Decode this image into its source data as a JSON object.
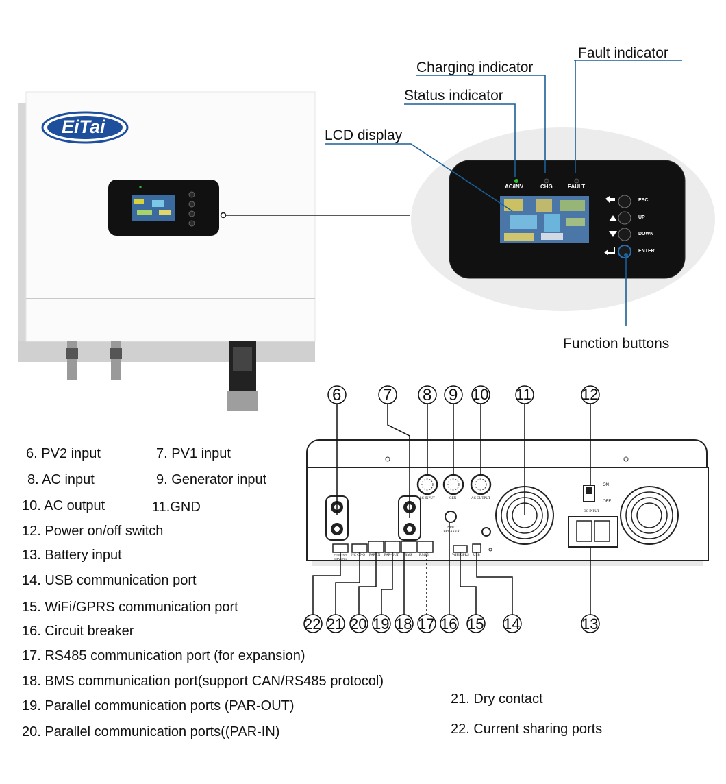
{
  "brand": {
    "logo_text": "EiTai"
  },
  "front_panel": {
    "indicators": {
      "status": "AC/INV",
      "charging": "CHG",
      "fault": "FAULT"
    },
    "buttons": {
      "esc": "ESC",
      "up": "UP",
      "down": "DOWN",
      "enter": "ENTER"
    }
  },
  "callouts": {
    "fault": "Fault indicator",
    "charging": "Charging indicator",
    "status": "Status indicator",
    "lcd": "LCD display",
    "function": "Function buttons"
  },
  "bottom_panel": {
    "switch_on": "ON",
    "switch_off": "OFF",
    "port_labels": {
      "ac_input": "AC INPUT",
      "gen": "GEN",
      "ac_output": "AC OUTPUT",
      "input_breaker": "INPUT BREAKER",
      "dc_input": "DC INPUT",
      "current_sharing": "CURRENT SHARING",
      "dry_contact": "NC C NO",
      "par_in": "PAR-IN",
      "par_out": "PAR-OUT",
      "bms": "BMS",
      "rs485": "RS485",
      "wifi": "WIFI/GPRS",
      "usb": "USB"
    },
    "numbers_top": [
      "6",
      "7",
      "8",
      "9",
      "10",
      "11",
      "12"
    ],
    "numbers_bottom": [
      "22",
      "21",
      "20",
      "19",
      "18",
      "17",
      "16",
      "15",
      "14",
      "13"
    ]
  },
  "legend": {
    "l6": "6. PV2 input",
    "l7": "7. PV1 input",
    "l8": "8. AC input",
    "l9": "9. Generator input",
    "l10": "10. AC output",
    "l11": "11.GND",
    "l12": "12. Power on/off switch",
    "l13": "13. Battery input",
    "l14": "14. USB communication port",
    "l15": "15. WiFi/GPRS communication port",
    "l16": "16. Circuit breaker",
    "l17": "17. RS485 communication port (for expansion)",
    "l18": "18. BMS communication port(support CAN/RS485 protocol)",
    "l19": "19. Parallel communication ports (PAR-OUT)",
    "l20": "20. Parallel communication ports((PAR-IN)",
    "l21": "21. Dry contact",
    "l22": "22. Current sharing ports"
  },
  "colors": {
    "leader_line": "#1a5f96",
    "logo_blue": "#1d4f9c",
    "panel_black": "#111111",
    "status_green": "#2fc12f"
  }
}
